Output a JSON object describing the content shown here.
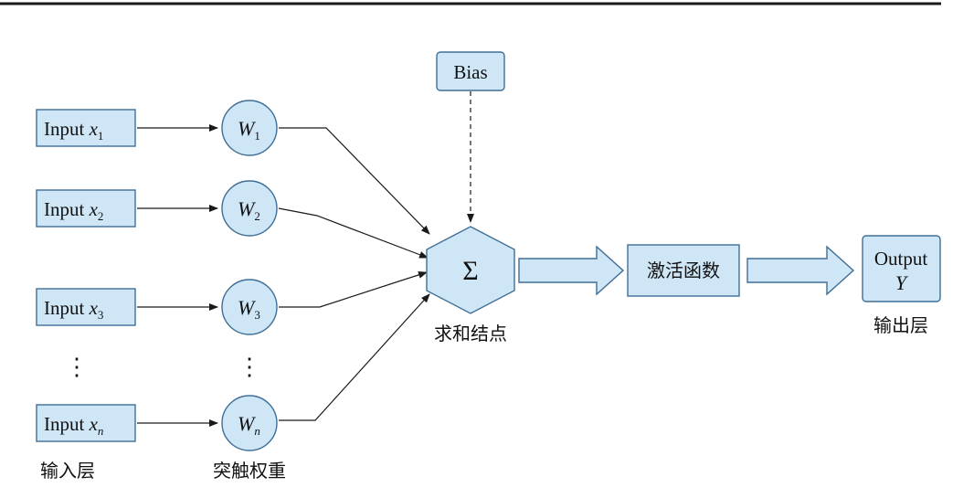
{
  "colors": {
    "box_fill": "#cfe6f7",
    "box_stroke": "#3f6f96",
    "line": "#1a1a1a"
  },
  "inputs": [
    {
      "label": "Input",
      "var": "x",
      "sub": "1"
    },
    {
      "label": "Input",
      "var": "x",
      "sub": "2"
    },
    {
      "label": "Input",
      "var": "x",
      "sub": "3"
    },
    {
      "label": "Input",
      "var": "x",
      "sub": "n"
    }
  ],
  "weights": [
    {
      "var": "W",
      "sub": "1"
    },
    {
      "var": "W",
      "sub": "2"
    },
    {
      "var": "W",
      "sub": "3"
    },
    {
      "var": "W",
      "sub": "n"
    }
  ],
  "ellipsis": "⋮",
  "bias_label": "Bias",
  "sum_symbol": "Σ",
  "sum_caption": "求和结点",
  "activation_label": "激活函数",
  "output": {
    "label": "Output",
    "var": "Y"
  },
  "captions": {
    "input_layer": "输入层",
    "weights": "突触权重",
    "output_layer": "输出层"
  }
}
